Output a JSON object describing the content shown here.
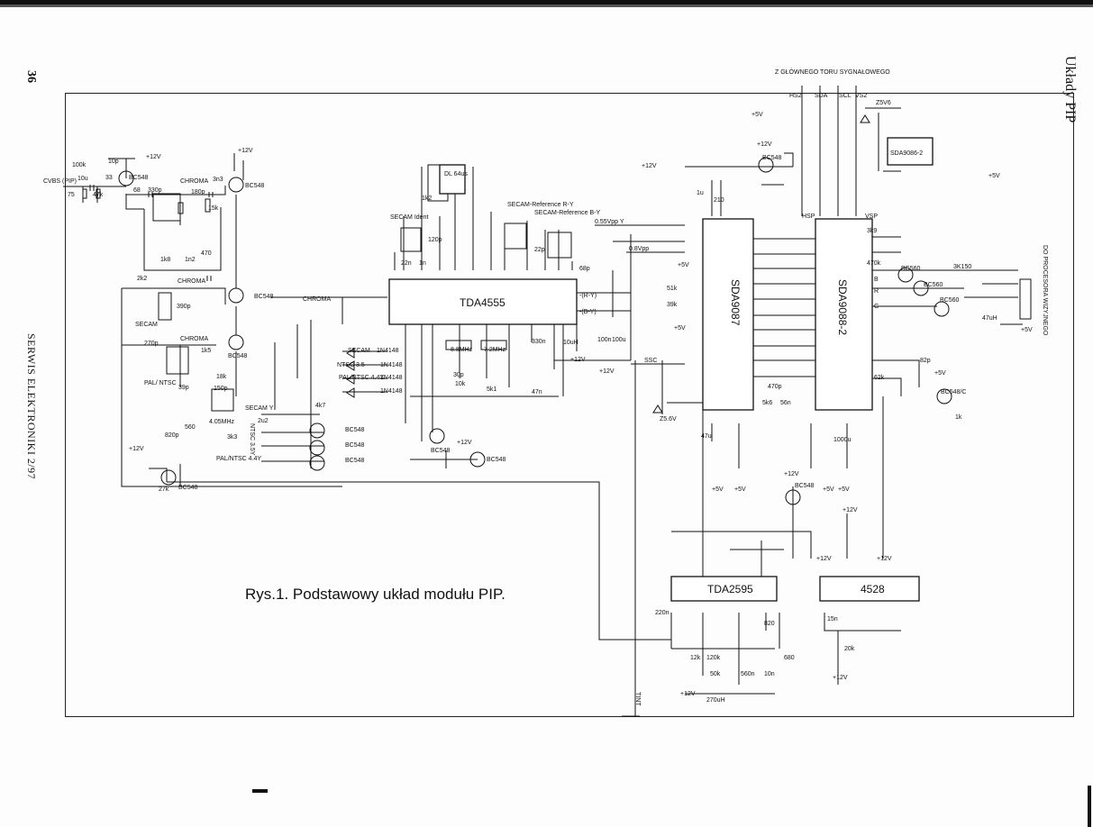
{
  "page": {
    "number": "36",
    "journal": "SERWIS ELEKTRONIKI 2/97",
    "section": "Układy PIP",
    "caption": "Rys.1. Podstawowy układ modułu PIP."
  },
  "ics": {
    "tda4555": "TDA4555",
    "sda9087": "SDA9087",
    "sda9088": "SDA9088-2",
    "sda9086": "SDA9086-2",
    "tda2595": "TDA2595",
    "c4528": "4528"
  },
  "labels": {
    "input": "CVBS (PIP)",
    "from_main": "Z GŁÓWNEGO TORU SYGNAŁOWEGO",
    "to_processor": "DO PROCESORA WIZYJNEGO",
    "chroma1": "CHROMA",
    "chroma2": "CHROMA",
    "chroma3": "CHROMA",
    "chroma_mid": "CHROMA",
    "secam": "SECAM",
    "pal_ntsc": "PAL/ NTSC",
    "secam_ident": "SECAM Ident",
    "secam_ref_ry": "SECAM-Reference R-Y",
    "secam_ref_by": "SECAM-Reference B-Y",
    "dl": "DL 64us",
    "ry": "-(R-Y)",
    "by": "-(B-Y)",
    "y_level": "0.55Vpp  Y",
    "v_level": "0.8Vpp",
    "sw_secam": "SECAM",
    "sw_ntsc35": "NTSC 3.5",
    "sw_palntsc": "PAL/NTSC 4.4Y",
    "sw_secamy": "SECAM Y",
    "sw_palntsc44": "PAL/NTSC 4.4Y",
    "ntsc35": "NTSC 3.5Y",
    "x88": "8.8MHz",
    "x72": "7.2MHz",
    "x405": "4.05MHz",
    "ssc": "SSC",
    "tint": "TINT",
    "hsp": "HSP",
    "vsp": "VSP",
    "hs2": "HS2",
    "sda": "SDA",
    "scl": "SCL",
    "vs2": "VS2",
    "rgb_b": "B",
    "rgb_r": "R",
    "rgb_g": "G",
    "z5v6": "Z5V6",
    "z56": "Z5.6V"
  },
  "transistors": [
    "BC548",
    "BC548",
    "BC548",
    "BC548",
    "BC548",
    "BC548",
    "BC548",
    "BC548",
    "BC548",
    "BC548",
    "BC548",
    "BC560",
    "BC560",
    "BC560",
    "BC548/C",
    "BC548"
  ],
  "diodes": [
    "1N4148",
    "1N4148",
    "1N4148",
    "1N4148"
  ],
  "rails": {
    "p12": "+12V",
    "p5": "+5V"
  },
  "values": {
    "r100k": "100k",
    "c10p": "10p",
    "c10u": "10u",
    "r33": "33",
    "r75": "75",
    "r47k": "47k",
    "r68": "68",
    "c330p": "330p",
    "c3n3": "3n3",
    "c180p": "180p",
    "r15k": "15k",
    "r1k8": "1k8",
    "c1n2": "1n2",
    "r470": "470",
    "r2k2": "2k2",
    "c390p": "390p",
    "c270p": "270p",
    "r1k5": "1k5",
    "c39p": "39p",
    "c560": "560",
    "c820p": "820p",
    "c150p": "150p",
    "r18k": "18k",
    "r3k3": "3k3",
    "c2u2": "2u2",
    "r4k7": "4k7",
    "r27k": "27k",
    "c120p": "120p",
    "c22n": "22n",
    "c1n": "1n",
    "c22p": "22p",
    "c68p": "68p",
    "r1k2": "1k2",
    "c330n": "330n",
    "c30p": "30p",
    "r10k": "10k",
    "r5k1": "5k1",
    "c47n": "47n",
    "c100n": "100n",
    "c100u": "100u",
    "u10": "10uH",
    "r51k": "51k",
    "r39k": "39k",
    "r3k9": "3k9",
    "r470k": "470k",
    "c470p": "470p",
    "r5k6": "5k6",
    "c56n": "56n",
    "r62k": "62k",
    "c82p": "82p",
    "r1k": "1k",
    "c47u": "47u",
    "c1000u": "1000u",
    "c220n": "220n",
    "r820": "820",
    "r120k": "120k",
    "r12k": "12k",
    "r50k": "50k",
    "c560n": "560n",
    "c10n": "10n",
    "r680": "680",
    "u270": "270uH",
    "r3k150": "3K150",
    "c15n": "15n",
    "r20k": "20k",
    "u47": "47uH",
    "r210": "210",
    "c1u": "1u"
  }
}
